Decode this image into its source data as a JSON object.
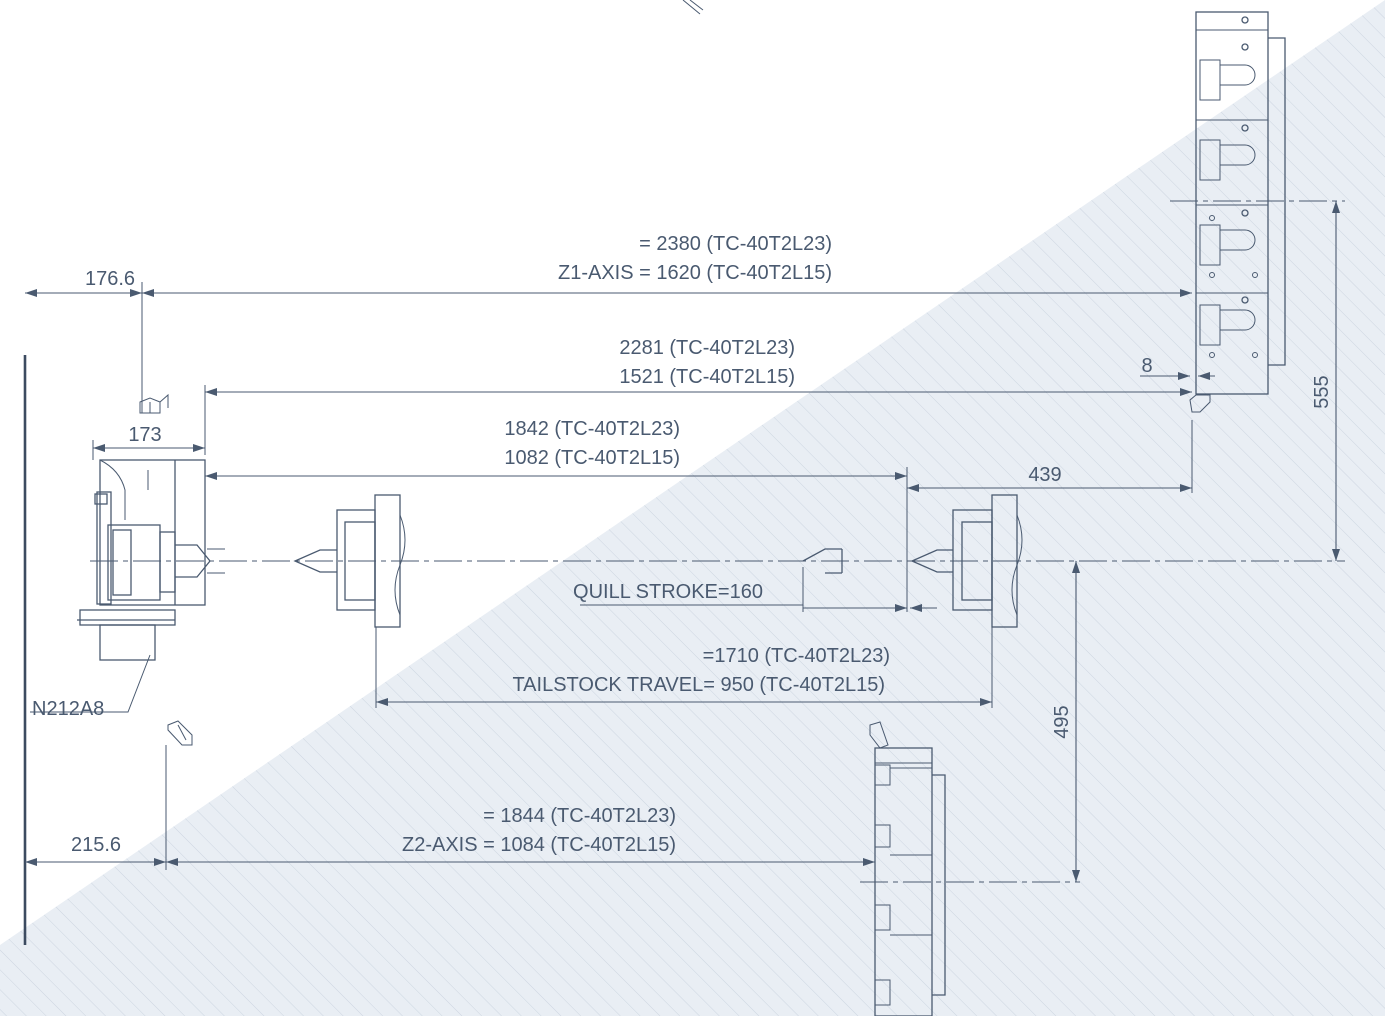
{
  "colors": {
    "line": "#4a5a70",
    "background_light": "#ffffff",
    "background_shade": "#e6ecf2"
  },
  "labels": {
    "z1_dim_left": "176.6",
    "z1_line1": "= 2380 (TC-40T2L23)",
    "z1_line2": "Z1-AXIS = 1620 (TC-40T2L15)",
    "d2281_line1": "2281 (TC-40T2L23)",
    "d2281_line2": "1521 (TC-40T2L15)",
    "dim_8": "8",
    "dim_173": "173",
    "d1842_line1": "1842 (TC-40T2L23)",
    "d1842_line2": "1082 (TC-40T2L15)",
    "dim_439": "439",
    "dim_555": "555",
    "quill": "QUILL STROKE=160",
    "tail_line1": "=1710 (TC-40T2L23)",
    "tail_line2": "TAILSTOCK TRAVEL= 950 (TC-40T2L15)",
    "chuck_label": "N212A8",
    "dim_495": "495",
    "z2_dim_left": "215.6",
    "z2_line1": "= 1844 (TC-40T2L23)",
    "z2_line2": "Z2-AXIS = 1084 (TC-40T2L15)"
  }
}
